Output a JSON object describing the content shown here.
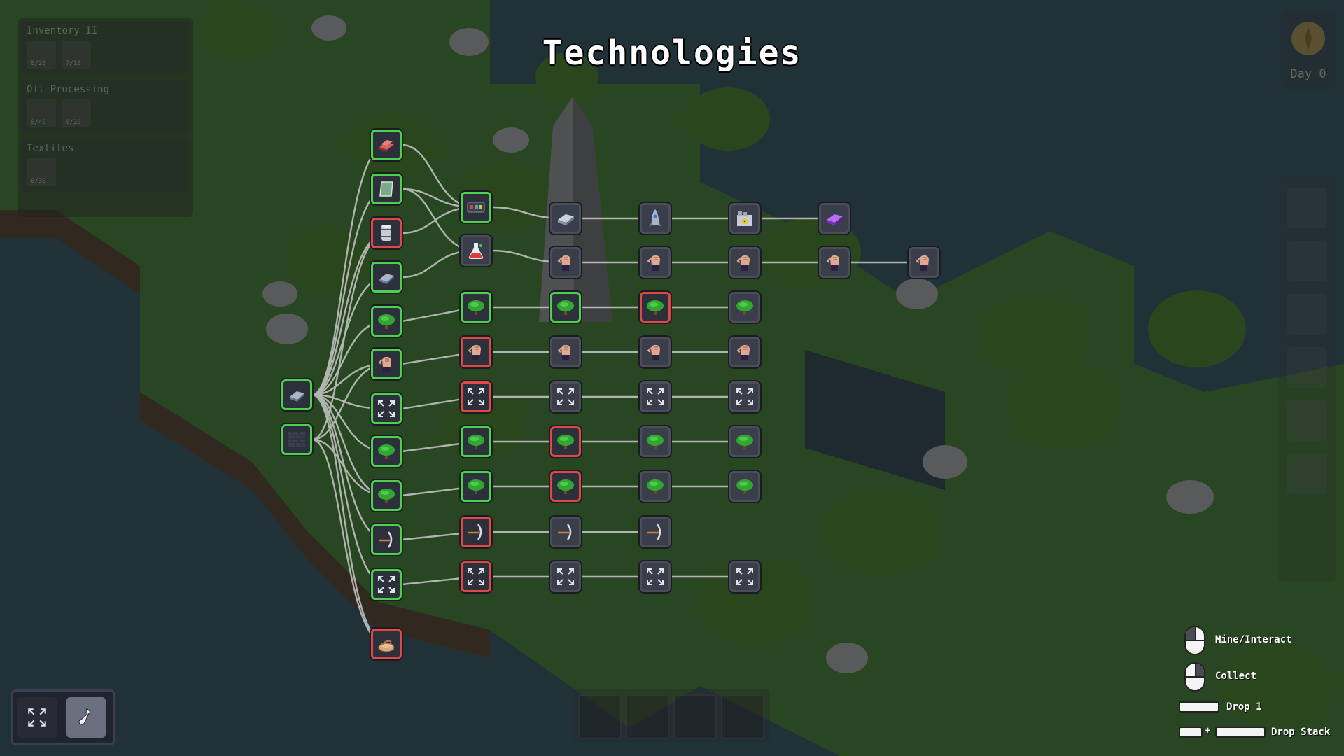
{
  "title": "Technologies",
  "inventory_panel": {
    "groups": [
      {
        "name": "Inventory II",
        "slots": [
          "0/20",
          "7/10"
        ]
      },
      {
        "name": "Oil Processing",
        "slots": [
          "0/40",
          "0/20"
        ]
      },
      {
        "name": "Textiles",
        "slots": [
          "0/30"
        ]
      }
    ]
  },
  "day_widget": {
    "label": "Day 0"
  },
  "controls": {
    "mine_interact": "Mine/Interact",
    "collect": "Collect",
    "drop_one": "Drop 1",
    "drop_stack": "Drop Stack",
    "plus": "+"
  },
  "colors": {
    "unlocked_border": "#4cd14c",
    "locked_border": "#e04848",
    "unavailable_border": "#4a4e58",
    "link": "#c9c9c9",
    "title": "#ffffff"
  },
  "tree": {
    "root_nodes": [
      {
        "icon": "ingot-icon",
        "state": "unlocked"
      },
      {
        "icon": "brick-wall-icon",
        "state": "unlocked"
      }
    ],
    "branches": [
      {
        "icon": "red-plates-icon",
        "state": "unlocked"
      },
      {
        "icon": "glass-pane-icon",
        "state": "unlocked"
      },
      {
        "icon": "oil-barrel-icon",
        "state": "locked"
      },
      {
        "icon": "ingot-icon",
        "state": "unlocked"
      },
      {
        "icon": "tree-icon",
        "state": "unlocked"
      },
      {
        "icon": "fist-icon",
        "state": "unlocked"
      },
      {
        "icon": "expand-icon",
        "state": "unlocked"
      },
      {
        "icon": "tree-icon",
        "state": "unlocked"
      },
      {
        "icon": "tree-icon",
        "state": "unlocked"
      },
      {
        "icon": "pickaxe-icon",
        "state": "unlocked"
      },
      {
        "icon": "expand-icon",
        "state": "unlocked"
      },
      {
        "icon": "rope-icon",
        "state": "locked"
      }
    ],
    "rows": [
      {
        "icons": [
          "circuit-board-icon",
          "steel-ingot-icon",
          "rocket-icon",
          "nuclear-plant-icon",
          "purple-ingot-icon"
        ],
        "states": [
          "unlocked",
          "unavailable",
          "unavailable",
          "unavailable",
          "unavailable"
        ]
      },
      {
        "icons": [
          "potion-flask-icon",
          "fist-icon",
          "fist-icon",
          "fist-icon",
          "fist-icon",
          "fist-icon"
        ],
        "states": [
          "unavailable",
          "unavailable",
          "unavailable",
          "unavailable",
          "unavailable",
          "unavailable"
        ]
      },
      {
        "icons": [
          "tree-icon",
          "tree-icon",
          "tree-icon",
          "tree-icon"
        ],
        "states": [
          "unlocked",
          "unlocked",
          "locked",
          "unavailable"
        ]
      },
      {
        "icons": [
          "fist-icon",
          "fist-icon",
          "fist-icon",
          "fist-icon"
        ],
        "states": [
          "locked",
          "unavailable",
          "unavailable",
          "unavailable"
        ]
      },
      {
        "icons": [
          "expand-icon",
          "expand-icon",
          "expand-icon",
          "expand-icon"
        ],
        "states": [
          "locked",
          "unavailable",
          "unavailable",
          "unavailable"
        ]
      },
      {
        "icons": [
          "tree-icon",
          "tree-icon",
          "tree-icon",
          "tree-icon"
        ],
        "states": [
          "unlocked",
          "locked",
          "unavailable",
          "unavailable"
        ]
      },
      {
        "icons": [
          "tree-icon",
          "tree-icon",
          "tree-icon",
          "tree-icon"
        ],
        "states": [
          "unlocked",
          "locked",
          "unavailable",
          "unavailable"
        ]
      },
      {
        "icons": [
          "pickaxe-icon",
          "pickaxe-icon",
          "pickaxe-icon"
        ],
        "states": [
          "locked",
          "unavailable",
          "unavailable"
        ]
      },
      {
        "icons": [
          "expand-icon",
          "expand-icon",
          "expand-icon",
          "expand-icon"
        ],
        "states": [
          "locked",
          "unavailable",
          "unavailable",
          "unavailable"
        ]
      }
    ]
  },
  "bottom_left_bar": {
    "buttons": [
      "expand-icon",
      "flask-icon"
    ],
    "active": "flask-icon"
  }
}
